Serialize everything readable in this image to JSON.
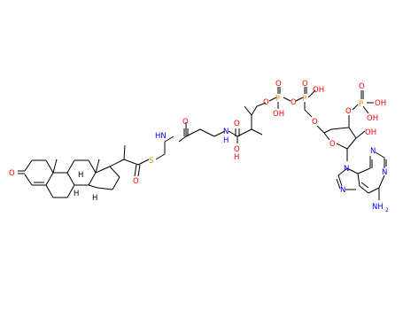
{
  "diagram": {
    "kind": "chemical-structure",
    "background": "#ffffff",
    "colors": {
      "bond": "#000000",
      "oxygen": "#ff0000",
      "nitrogen": "#0000ff",
      "phosphorus": "#ff8000",
      "sulfur": "#b8a000"
    },
    "labels": {
      "ketone_o": "O",
      "h19": "H",
      "h17": "H",
      "h11": "H",
      "thioester_s": "S",
      "thioester_o": "O",
      "amide1_nh": "HN",
      "amide1_o": "O",
      "amide2_nh": "N\nH",
      "amide2_n": "N",
      "amide2_h": "H",
      "amide2_o": "O",
      "pantoyl_oh_o": "O",
      "pantoyl_oh_h": "H",
      "ester_o1": "O",
      "p1": "P",
      "p1_dbl_o": "O",
      "p1_oh": "OH",
      "bridge_o": "O",
      "p2": "P",
      "p2_dbl_o": "O",
      "p2_oh": "OH",
      "ester_o2": "O",
      "ring_o": "O",
      "ribose_o3": "O",
      "p3": "P",
      "p3_dbl_o": "O",
      "p3_oh1": "OH",
      "p3_oh2": "OH",
      "ribose_oh": "OH",
      "n9": "N",
      "n7": "N",
      "n3": "N",
      "n1": "N",
      "nh2": "NH",
      "nh2_sub": "2"
    }
  }
}
